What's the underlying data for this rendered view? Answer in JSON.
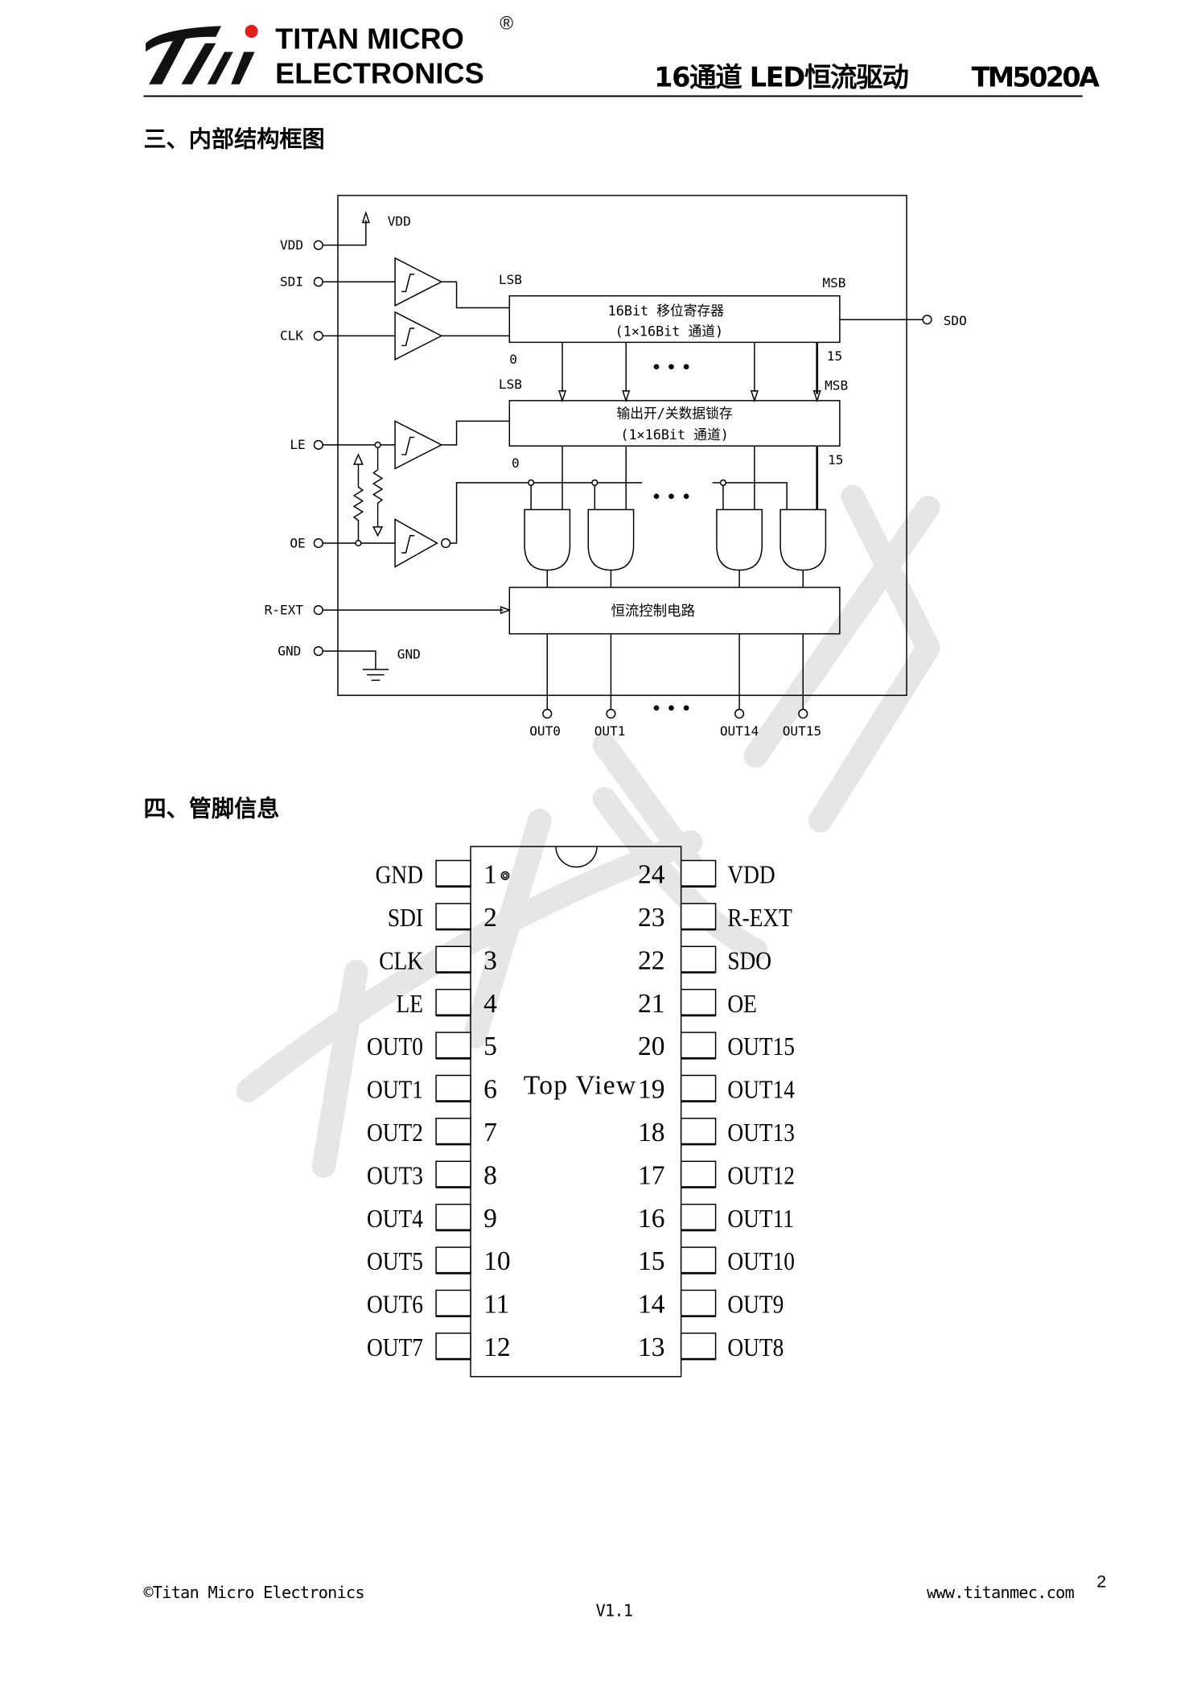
{
  "header": {
    "logo_text": "Ti",
    "company_line1": "TITAN MICRO",
    "company_line2": "ELECTRONICS",
    "registered_mark": "®",
    "doc_title": "16通道 LED恒流驱动",
    "part_number": "TM5020A",
    "logo_dot_color": "#e0201c"
  },
  "section3": {
    "heading": "三、内部结构框图",
    "pins": {
      "vdd": "VDD",
      "sdi": "SDI",
      "clk": "CLK",
      "le": "LE",
      "oe": "OE",
      "rext": "R-EXT",
      "gnd": "GND",
      "sdo": "SDO"
    },
    "vdd_rail": "VDD",
    "gnd_symbol": "GND",
    "shift_register": {
      "line1": "16Bit 移位寄存器",
      "line2": "(1×16Bit 通道)",
      "lsb": "LSB",
      "msb": "MSB",
      "bit0": "0",
      "bit15": "15"
    },
    "latch": {
      "line1": "输出开/关数据锁存",
      "line2": "(1×16Bit 通道)",
      "lsb": "LSB",
      "msb": "MSB",
      "bit0": "0",
      "bit15": "15"
    },
    "current_control": "恒流控制电路",
    "outputs": [
      "OUT0",
      "OUT1",
      "OUT14",
      "OUT15"
    ],
    "ellipsis": "• • •"
  },
  "section4": {
    "heading": "四、管脚信息",
    "view_label": "Top View",
    "left_pins": [
      {
        "num": "1",
        "name": "GND"
      },
      {
        "num": "2",
        "name": "SDI"
      },
      {
        "num": "3",
        "name": "CLK"
      },
      {
        "num": "4",
        "name": "LE"
      },
      {
        "num": "5",
        "name": "OUT0"
      },
      {
        "num": "6",
        "name": "OUT1"
      },
      {
        "num": "7",
        "name": "OUT2"
      },
      {
        "num": "8",
        "name": "OUT3"
      },
      {
        "num": "9",
        "name": "OUT4"
      },
      {
        "num": "10",
        "name": "OUT5"
      },
      {
        "num": "11",
        "name": "OUT6"
      },
      {
        "num": "12",
        "name": "OUT7"
      }
    ],
    "right_pins": [
      {
        "num": "24",
        "name": "VDD"
      },
      {
        "num": "23",
        "name": "R-EXT"
      },
      {
        "num": "22",
        "name": "SDO"
      },
      {
        "num": "21",
        "name": "OE"
      },
      {
        "num": "20",
        "name": "OUT15"
      },
      {
        "num": "19",
        "name": "OUT14"
      },
      {
        "num": "18",
        "name": "OUT13"
      },
      {
        "num": "17",
        "name": "OUT12"
      },
      {
        "num": "16",
        "name": "OUT11"
      },
      {
        "num": "15",
        "name": "OUT10"
      },
      {
        "num": "14",
        "name": "OUT9"
      },
      {
        "num": "13",
        "name": "OUT8"
      }
    ]
  },
  "footer": {
    "copyright": "©Titan Micro Electronics",
    "website": "www.titanmec.com",
    "page_number": "2",
    "version": "V1.1"
  }
}
